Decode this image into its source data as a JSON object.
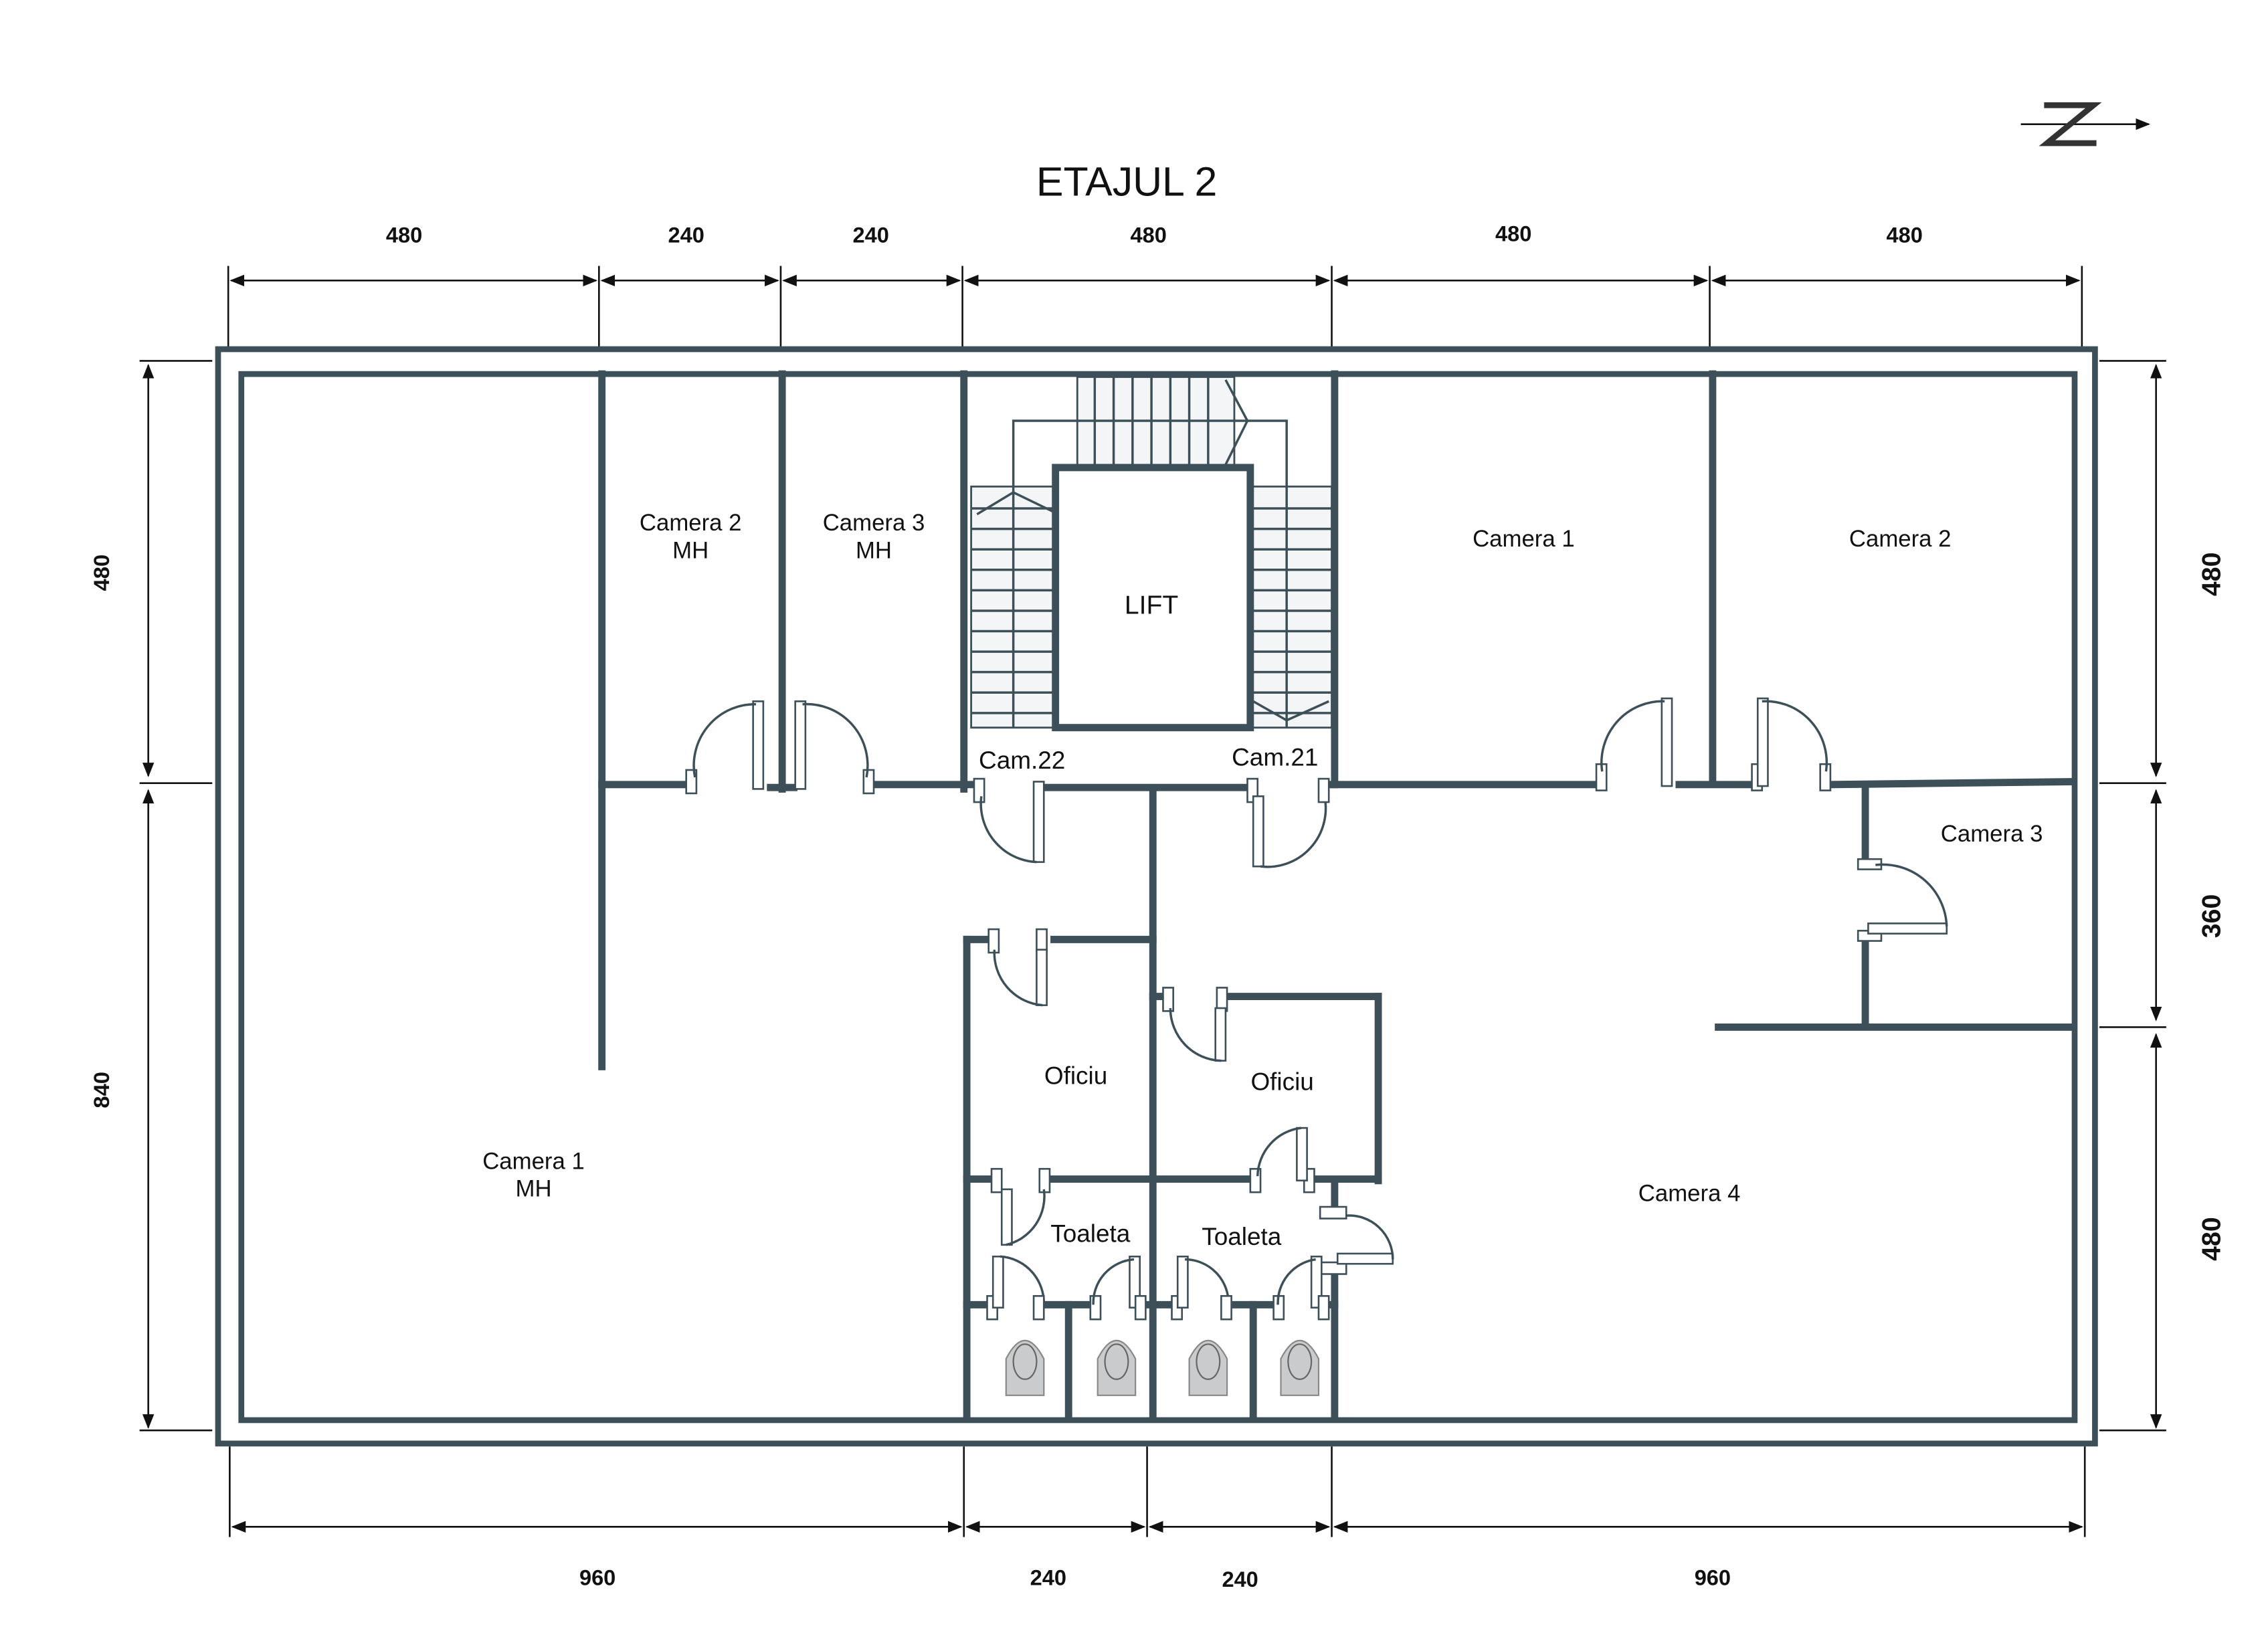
{
  "title": "ETAJUL 2",
  "north_symbol": "N",
  "dimensions": {
    "top": [
      "480",
      "240",
      "240",
      "480",
      "480",
      "480"
    ],
    "bottom": [
      "960",
      "240",
      "240",
      "960"
    ],
    "left": [
      "480",
      "840"
    ],
    "right": [
      "480",
      "360",
      "480"
    ]
  },
  "rooms": {
    "camera2_mh": [
      "Camera 2",
      "MH"
    ],
    "camera3_mh": [
      "Camera 3",
      "MH"
    ],
    "lift": "LIFT",
    "cam22": "Cam.22",
    "cam21": "Cam.21",
    "camera1": "Camera 1",
    "camera2": "Camera 2",
    "camera3": "Camera 3",
    "camera1_mh": [
      "Camera 1",
      "MH"
    ],
    "oficiu_left": "Oficiu",
    "oficiu_right": "Oficiu",
    "toaleta_left": "Toaleta",
    "toaleta_right": "Toaleta",
    "camera4": "Camera 4"
  },
  "colors": {
    "wall": "#3d4f58"
  }
}
